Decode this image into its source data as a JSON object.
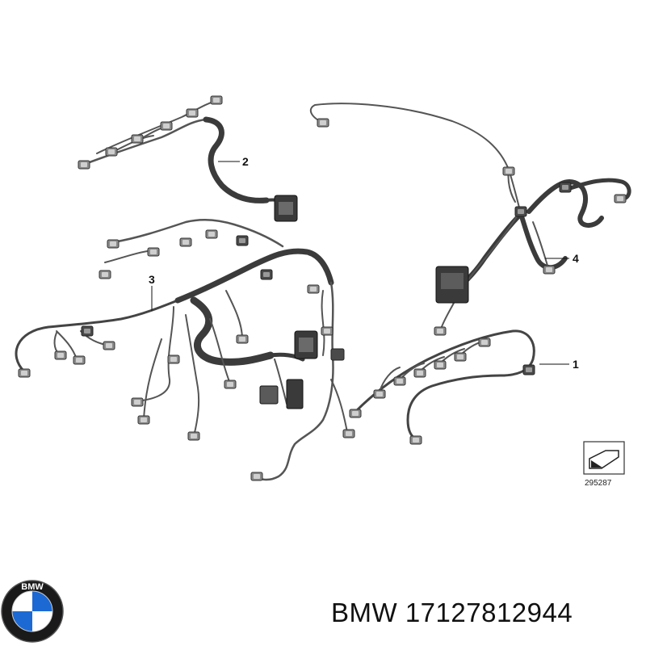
{
  "callouts": {
    "c1": "1",
    "c2": "2",
    "c3": "3",
    "c4": "4"
  },
  "reference_number": "295287",
  "caption": {
    "brand": "BMW",
    "part_number": "17127812944"
  },
  "logo": {
    "text": "BMW",
    "colors": {
      "blue": "#1c69d4",
      "white": "#ffffff",
      "ring": "#1a1a1a"
    }
  }
}
